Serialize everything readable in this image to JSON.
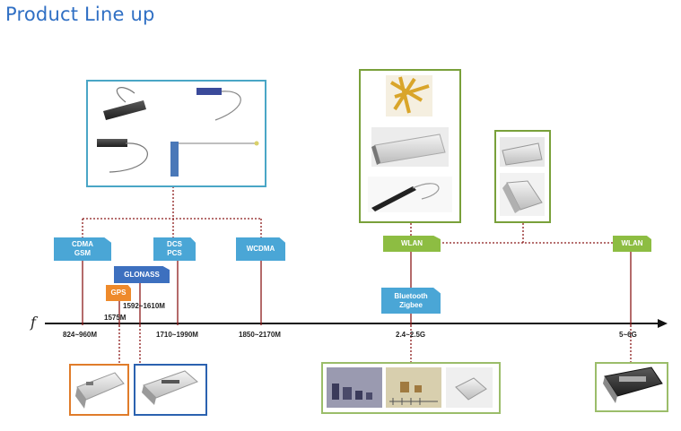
{
  "title": "Product Line up",
  "axis_symbol": "f",
  "tags": {
    "cdma_gsm": [
      "CDMA",
      "GSM"
    ],
    "dcs_pcs": [
      "DCS",
      "PCS"
    ],
    "wcdma": "WCDMA",
    "glonass": "GLONASS",
    "gps": "GPS",
    "wlan_24": "WLAN",
    "bluetooth_zigbee": [
      "Bluetooth",
      "Zigbee"
    ],
    "wlan_5": "WLAN"
  },
  "frequency_labels": {
    "gps": "1575M",
    "glonass": "1592~1610M",
    "cdma_gsm": "824~960M",
    "dcs_pcs": "1710~1990M",
    "wcdma": "1850~2170M",
    "wlan_24": "2.4~2.5G",
    "wlan_5": "5~6G"
  },
  "colors": {
    "title": "#2f6fc4",
    "cellular_tag": "#4aa6d6",
    "glonass_tag": "#3d70bf",
    "gps_tag": "#ee8a2b",
    "wlan_tag": "#8dbd42",
    "connector": "#8b1a1a"
  }
}
